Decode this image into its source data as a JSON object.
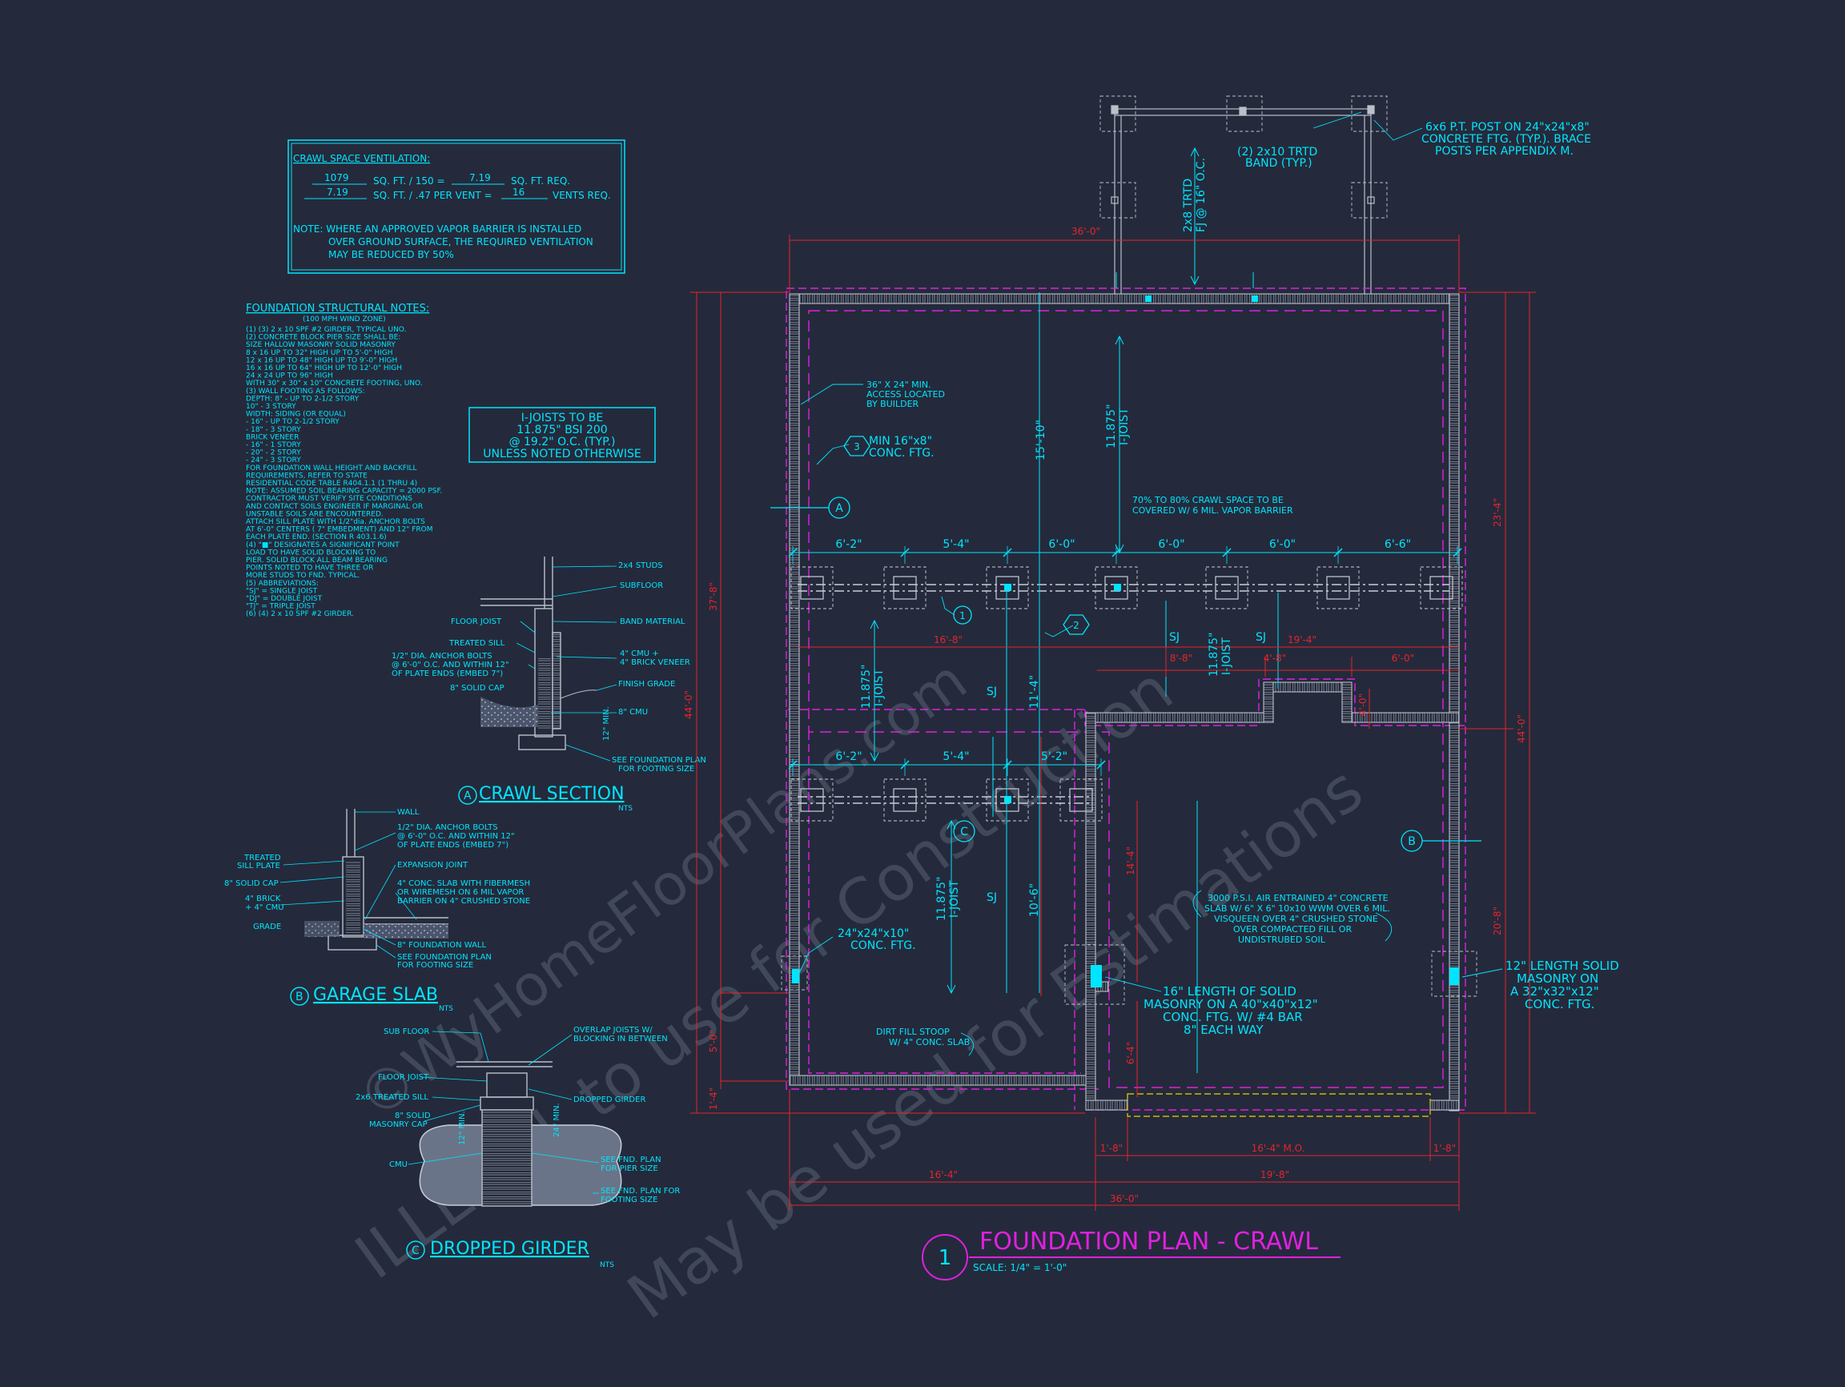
{
  "colors": {
    "background": "#242a3b",
    "cyan": "#00e5ff",
    "red": "#e8232d",
    "magenta": "#e020e0",
    "yellow": "#f0d000",
    "watermark": "#5a6274"
  },
  "watermark": {
    "line1": "ILLEGAL to use for Construction",
    "line2": "May be used for Estimations",
    "line3": "©WyHomeFloorPlans.com"
  },
  "ventilation": {
    "title": "CRAWL SPACE VENTILATION:",
    "row1_value1": "1079",
    "row1_text1": "SQ. FT. / 150 =",
    "row1_value2": "7.19",
    "row1_text2": "SQ. FT. REQ.",
    "row2_value1": "7.19",
    "row2_text1": "SQ. FT. / .47 PER VENT =",
    "row2_value2": "16",
    "row2_text2": "VENTS REQ.",
    "note_1": "NOTE:  WHERE AN APPROVED VAPOR BARRIER IS INSTALLED",
    "note_2": "OVER GROUND SURFACE, THE REQUIRED VENTILATION",
    "note_3": "MAY BE REDUCED BY 50%"
  },
  "notes": {
    "title": "FOUNDATION STRUCTURAL NOTES:",
    "subtitle": "(100 MPH WIND ZONE)",
    "lines": [
      "(1) (3) 2 x 10 SPF #2 GIRDER, TYPICAL UNO.",
      "(2) CONCRETE BLOCK PIER SIZE SHALL BE:",
      "     SIZE       HALLOW MASONRY    SOLID MASONRY",
      "     8 x 16       UP TO 32\" HIGH       UP TO 5'-0\" HIGH",
      "     12 x 16      UP TO 48\" HIGH       UP TO 9'-0\" HIGH",
      "     16 x 16      UP TO 64\" HIGH       UP TO 12'-0\" HIGH",
      "     24 x 24      UP TO 96\" HIGH",
      "     WITH 30\" x 30\" x 10\" CONCRETE FOOTING, UNO.",
      "(3) WALL FOOTING AS FOLLOWS:",
      "     DEPTH:   8\" - UP TO 2-1/2 STORY",
      "                 10\" - 3 STORY",
      "     WIDTH:   SIDING (OR EQUAL)",
      "                 - 16\" - UP TO 2-1/2 STORY",
      "                 - 18\" - 3 STORY",
      "     BRICK VENEER",
      "                 - 16\" - 1 STORY",
      "                 - 20\" - 2 STORY",
      "                 - 24\" - 3 STORY",
      "     FOR FOUNDATION WALL HEIGHT AND BACKFILL",
      "     REQUIREMENTS, REFER TO STATE",
      "     RESIDENTIAL CODE TABLE R404.1.1 (1 THRU 4)",
      "     NOTE: ASSUMED SOIL BEARING CAPACITY = 2000 PSF.",
      "     CONTRACTOR MUST VERIFY SITE CONDITIONS",
      "     AND CONTACT SOILS ENGINEER IF MARGINAL OR",
      "     UNSTABLE SOILS ARE ENCOUNTERED.",
      "     ATTACH SILL PLATE WITH 1/2\"dia. ANCHOR BOLTS",
      "     AT 6'-0\" CENTERS ( 7\" EMBEDMENT) AND 12\" FROM",
      "     EACH PLATE END. (SECTION R 403.1.6)",
      "(4) \"■\" DESIGNATES A SIGNIFICANT POINT",
      "     LOAD TO HAVE SOLID BLOCKING TO",
      "     PIER. SOLID BLOCK ALL BEAM BEARING",
      "     POINTS NOTED TO HAVE THREE OR",
      "     MORE STUDS TO FND. TYPICAL.",
      "(5) ABBREVIATIONS:",
      "     \"SJ\" = SINGLE JOIST",
      "     \"DJ\" = DOUBLE JOIST",
      "     \"TJ\" = TRIPLE JOIST",
      "(6) (4) 2 x 10 SPF #2 GIRDER."
    ]
  },
  "ijoist_box": {
    "line1": "I-JOISTS TO BE",
    "line2": "11.875\" BSI 200",
    "line3": "@ 19.2\" O.C. (TYP.)",
    "line4": "UNLESS NOTED OTHERWISE"
  },
  "crawl_section": {
    "title": "CRAWL SECTION",
    "marker": "A",
    "nts": "NTS",
    "labels": {
      "studs": "2x4 STUDS",
      "subfloor": "SUBFLOOR",
      "band": "BAND MATERIAL",
      "floor_joist": "FLOOR JOIST",
      "treated_sill": "TREATED SILL",
      "anchor": "1/2\" DIA. ANCHOR BOLTS",
      "anchor2": "@ 6'-0\" O.C. AND WITHIN 12\"",
      "anchor3": "OF PLATE ENDS (EMBED 7\")",
      "solid_cap": "8\" SOLID CAP",
      "cmu": "4\" CMU +",
      "brick": "4\" BRICK VENEER",
      "grade": "FINISH GRADE",
      "cmu8": "8\" CMU",
      "min": "12\" MIN.",
      "fplan1": "SEE FOUNDATION PLAN",
      "fplan2": "FOR FOOTING SIZE"
    }
  },
  "garage_slab": {
    "title": "GARAGE SLAB",
    "marker": "B",
    "nts": "NTS",
    "labels": {
      "wall": "WALL",
      "anchor1": "1/2\" DIA. ANCHOR BOLTS",
      "anchor2": "@ 6'-0\" O.C. AND WITHIN 12\"",
      "anchor3": "OF PLATE ENDS (EMBED 7\")",
      "treated1": "TREATED",
      "treated2": "SILL PLATE",
      "solid_cap": "8\" SOLID CAP",
      "brick1": "4\" BRICK",
      "brick2": "+ 4\" CMU",
      "grade": "GRADE",
      "expansion": "EXPANSION JOINT",
      "slab1": "4\" CONC. SLAB WITH FIBERMESH",
      "slab2": "OR WIREMESH ON 6 MIL VAPOR",
      "slab3": "BARRIER ON 4\" CRUSHED STONE",
      "fwall": "8\" FOUNDATION WALL",
      "fplan1": "SEE FOUNDATION PLAN",
      "fplan2": "FOR FOOTING SIZE"
    }
  },
  "dropped_girder": {
    "title": "DROPPED GIRDER",
    "marker": "C",
    "nts": "NTS",
    "labels": {
      "subfloor": "SUB FLOOR",
      "overlap1": "OVERLAP JOISTS W/",
      "overlap2": "BLOCKING IN BETWEEN",
      "floor_joist": "FLOOR JOIST",
      "treated_sill": "2x6 TREATED SILL",
      "dropped": "DROPPED GIRDER",
      "cap1": "8\" SOLID",
      "cap2": "MASONRY CAP",
      "cmu": "CMU",
      "pier1": "SEE FND. PLAN",
      "pier2": "FOR PIER SIZE",
      "ftg1": "SEE FND. PLAN FOR",
      "ftg2": "FOOTING SIZE",
      "min12": "12\" MIN.",
      "min24": "24\" MIN."
    }
  },
  "plan": {
    "title": "FOUNDATION PLAN - CRAWL",
    "scale": "SCALE:  1/4\" = 1'-0\"",
    "number": "1",
    "notes": {
      "post1": "6x6 P.T. POST ON 24\"x24\"x8\"",
      "post2": "CONCRETE FTG. (TYP.). BRACE",
      "post3": "POSTS PER APPENDIX M.",
      "band1": "(2) 2x10 TRTD",
      "band2": "BAND (TYP.)",
      "trtd1": "2x8 TRTD",
      "trtd2": "FJ @ 16\" O.C.",
      "access1": "36\" X 24\" MIN.",
      "access2": "ACCESS LOCATED",
      "access3": "BY BUILDER",
      "ftg_min1": "MIN 16\"x8\"",
      "ftg_min2": "CONC. FTG.",
      "vapor1": "70% TO 80% CRAWL SPACE TO BE",
      "vapor2": "COVERED W/ 6 MIL. VAPOR BARRIER",
      "ij_len": "11.875\"",
      "ij_word": "I-JOIST",
      "ftg24_1": "24\"x24\"x10\"",
      "ftg24_2": "CONC. FTG.",
      "stoop1": "DIRT FILL STOOP",
      "stoop2": "W/ 4\" CONC. SLAB",
      "slab1": "3000 P.S.I. AIR ENTRAINED 4\" CONCRETE",
      "slab2": "SLAB W/ 6\" X 6\" 10x10 WWM OVER 6 MIL.",
      "slab3": "VISQUEEN OVER 4\" CRUSHED STONE",
      "slab4": "OVER COMPACTED FILL OR",
      "slab5": "UNDISTRUBED SOIL",
      "mas16_1": "16\" LENGTH OF SOLID",
      "mas16_2": "MASONRY ON A 40\"x40\"x12\"",
      "mas16_3": "CONC. FTG. W/ #4 BAR",
      "mas16_4": "8\" EACH WAY",
      "mas12_1": "12\" LENGTH SOLID",
      "mas12_2": "MASONRY ON",
      "mas12_3": "A 32\"x32\"x12\"",
      "mas12_4": "CONC. FTG.",
      "sj": "SJ"
    },
    "grid": {
      "a": "A",
      "b": "B",
      "c": "C",
      "n1": "1",
      "n2": "2",
      "n3": "3"
    },
    "dims": {
      "top": "36'-0\"",
      "bot_total": "36'-0\"",
      "bot_left": "16'-4\"",
      "bot_right": "19'-8\"",
      "garage_door": "16'-4\" M.O.",
      "g_left": "1'-8\"",
      "g_right": "1'-8\"",
      "left_total": "44'-0\"",
      "left_upper": "37'-8\"",
      "left_low1": "5'-0\"",
      "left_low2": "1'-4\"",
      "right_total": "44'-0\"",
      "right_upper": "23'-4\"",
      "right_lower": "20'-8\"",
      "span_top": "15'-10\"",
      "span_mid": "11'-4\"",
      "span_low": "10'-6\"",
      "span_g": "14'-4\"",
      "span_g2": "6'-4\"",
      "mid_left": "16'-8\"",
      "mid_right": "19'-4\"",
      "g_a": "8'-8\"",
      "g_b": "4'-8\"",
      "g_c": "6'-0\"",
      "bump": "4'-0\"",
      "row1": [
        "6'-2\"",
        "5'-4\"",
        "6'-0\"",
        "6'-0\"",
        "6'-0\"",
        "6'-6\""
      ],
      "row2": [
        "6'-2\"",
        "5'-4\"",
        "5'-2\""
      ]
    }
  }
}
